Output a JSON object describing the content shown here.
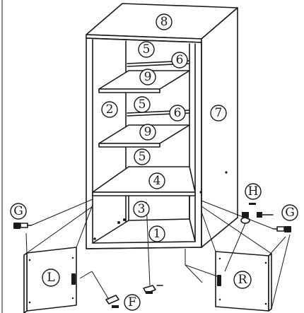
{
  "labels": {
    "p1": "1",
    "p2": "2",
    "p3": "3",
    "p4": "4",
    "p5": "5",
    "p6": "6",
    "p7": "7",
    "p8": "8",
    "p9": "9",
    "left_door": "L",
    "right_door": "R",
    "hinge": "G",
    "handle": "H",
    "catch": "F"
  }
}
